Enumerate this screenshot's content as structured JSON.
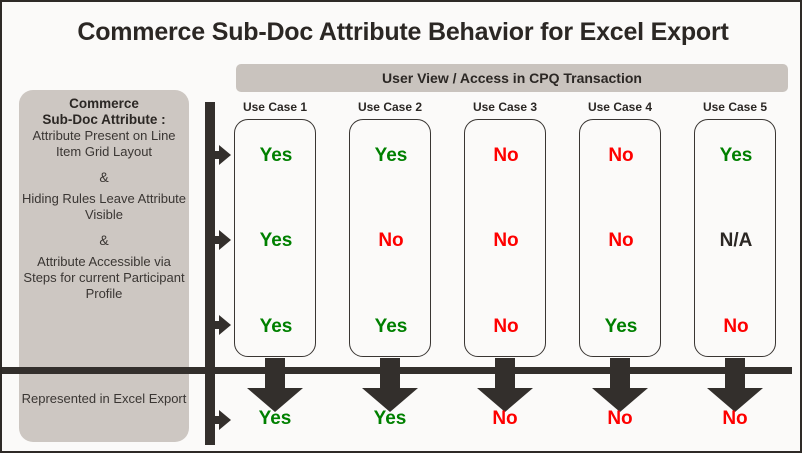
{
  "title": "Commerce Sub-Doc Attribute Behavior for Excel Export",
  "banner": {
    "label": "User View / Access in CPQ Transaction"
  },
  "colors": {
    "yes": "#008000",
    "no": "#FE0000",
    "na": "#2B2724",
    "panel_grey": "#CDC7C2",
    "banner_grey": "#C9C3BE",
    "dark": "#332F2C",
    "background": "#FBFAF9"
  },
  "sidebar": {
    "heading_line1": "Commerce",
    "heading_line2": "Sub-Doc Attribute :",
    "condition1": "Attribute Present on Line Item Grid Layout",
    "amp1": "&",
    "condition2": "Hiding Rules Leave Attribute Visible",
    "amp2": "&",
    "condition3": "Attribute Accessible via Steps for current Participant Profile",
    "footer": "Represented  in Excel Export"
  },
  "columns": [
    {
      "label": "Use Case 1",
      "rows": [
        {
          "value": "Yes",
          "state": "yes"
        },
        {
          "value": "Yes",
          "state": "yes"
        },
        {
          "value": "Yes",
          "state": "yes"
        }
      ],
      "result": {
        "value": "Yes",
        "state": "yes"
      }
    },
    {
      "label": "Use Case 2",
      "rows": [
        {
          "value": "Yes",
          "state": "yes"
        },
        {
          "value": "No",
          "state": "no"
        },
        {
          "value": "Yes",
          "state": "yes"
        }
      ],
      "result": {
        "value": "Yes",
        "state": "yes"
      }
    },
    {
      "label": "Use Case 3",
      "rows": [
        {
          "value": "No",
          "state": "no"
        },
        {
          "value": "No",
          "state": "no"
        },
        {
          "value": "No",
          "state": "no"
        }
      ],
      "result": {
        "value": "No",
        "state": "no"
      }
    },
    {
      "label": "Use Case 4",
      "rows": [
        {
          "value": "No",
          "state": "no"
        },
        {
          "value": "No",
          "state": "no"
        },
        {
          "value": "Yes",
          "state": "yes"
        }
      ],
      "result": {
        "value": "No",
        "state": "no"
      }
    },
    {
      "label": "Use Case 5",
      "rows": [
        {
          "value": "Yes",
          "state": "yes"
        },
        {
          "value": "N/A",
          "state": "na"
        },
        {
          "value": "No",
          "state": "no"
        }
      ],
      "result": {
        "value": "No",
        "state": "no"
      }
    }
  ],
  "layout": {
    "column_left_edges": [
      232,
      347,
      462,
      577,
      692
    ],
    "spine_arrow_tops": [
      143,
      228,
      313,
      408
    ]
  }
}
